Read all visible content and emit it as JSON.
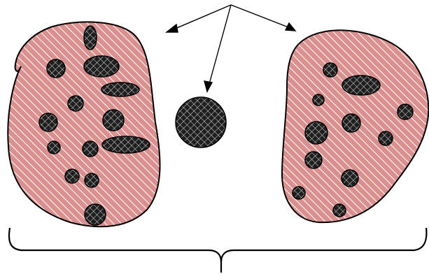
{
  "diagram": {
    "colors": {
      "background": "#ffffff",
      "outline": "#000000",
      "blob_fill": "#d9908f",
      "hatch": "#ffffff",
      "inclusion_fill": "#1f1f1f",
      "inclusion_grid": "#cfcfcf"
    },
    "elements": [
      "left-region",
      "right-region",
      "central-inclusion",
      "arrows-from-top",
      "bottom-brace"
    ]
  }
}
